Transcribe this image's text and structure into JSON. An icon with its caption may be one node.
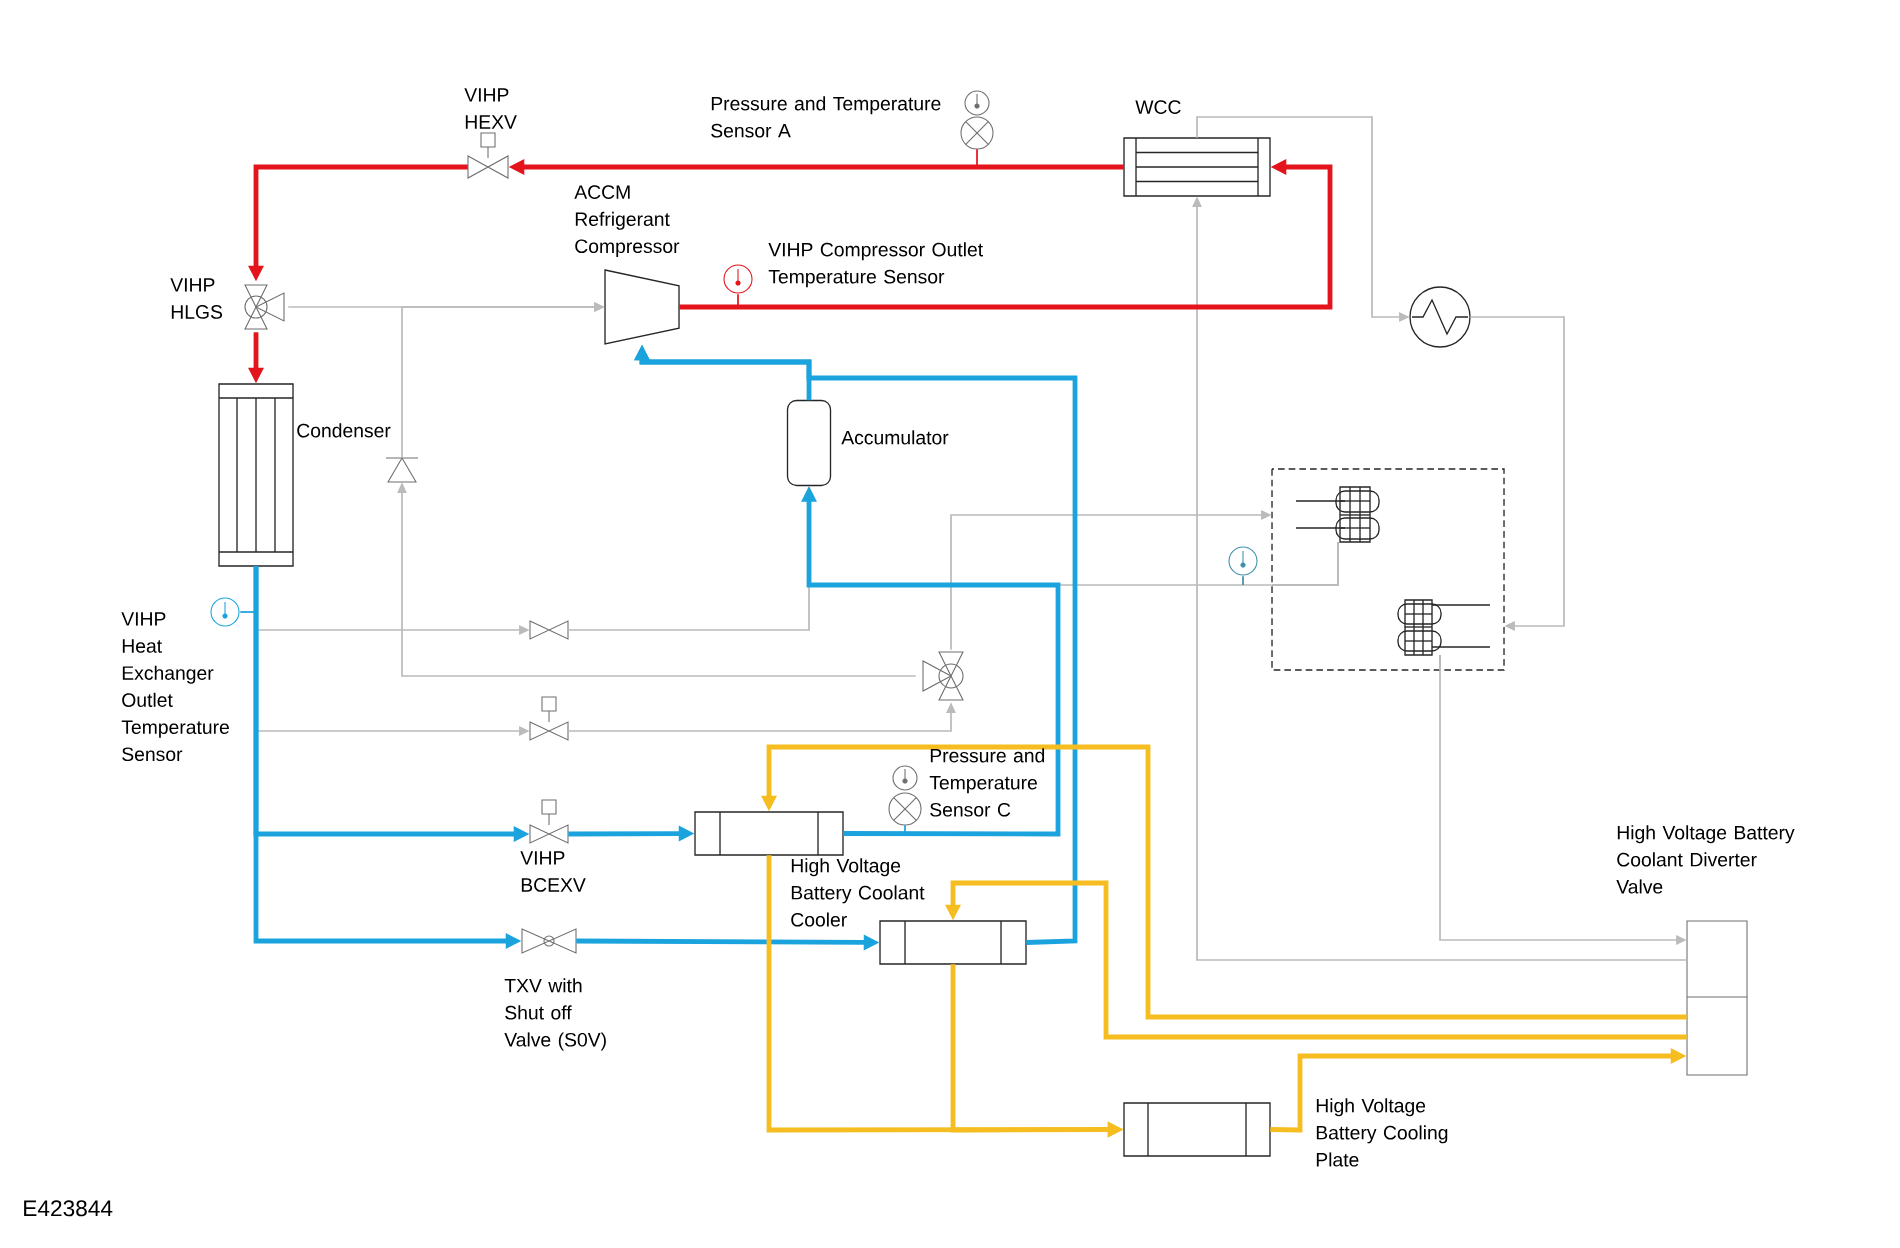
{
  "diagram": {
    "nodes": [
      {
        "text": [
          "VIHP HEXV"
        ]
      },
      {
        "text": [
          "Pressure and Temperature Sensor A"
        ]
      },
      {
        "text": [
          "WCC"
        ]
      },
      {
        "text": [
          "VIHP HLGS"
        ]
      },
      {
        "text": [
          "ACCM Refrigerant Compressor"
        ]
      },
      {
        "text": [
          "VIHP Compressor Outlet Temperature Sensor"
        ]
      },
      {
        "text": [],
        "shape": "circle"
      },
      {
        "text": [
          "Condenser"
        ]
      },
      {
        "text": [],
        "shape": "triangle"
      },
      {
        "text": [
          "Accumulator"
        ]
      },
      {
        "text": [],
        "shape": "box"
      },
      {
        "text": [],
        "shape": "circle"
      },
      {
        "text": [
          "VIHP Heat Exchanger Outlet Temperature Sensor"
        ]
      },
      {
        "text": [],
        "shape": "valve"
      },
      {
        "text": [],
        "shape": "valve"
      },
      {
        "text": [],
        "shape": "valve"
      },
      {
        "text": [
          "Pressure and Temperature Sensor C"
        ]
      },
      {
        "text": [
          "VIHP BCEXV"
        ]
      },
      {
        "text": [
          "High Voltage Battery Coolant Cooler"
        ]
      },
      {
        "text": [
          "High Voltage Battery Coolant Diverter Valve"
        ]
      },
      {
        "text": [
          "TXV with Shut off Valve (S0V)"
        ]
      },
      {
        "text": [],
        "shape": "box"
      },
      {
        "text": [
          "High Voltage Battery Cooling Plate"
        ]
      }
    ],
    "edges": [
      {
        "from": 2,
        "to": 0,
        "arrow": "to",
        "style": "thick",
        "color": "#e3141b"
      },
      {
        "from": 0,
        "to": 3,
        "arrow": "to",
        "style": "thick",
        "color": "#e3141b"
      },
      {
        "from": 3,
        "to": 7,
        "arrow": "to",
        "style": "thick",
        "color": "#e3141b"
      },
      {
        "from": 4,
        "to": 2,
        "arrow": "to",
        "style": "thick",
        "color": "#e3141b"
      },
      {
        "from": 3,
        "to": 4,
        "arrow": "to"
      },
      {
        "from": 14,
        "to": 8,
        "arrow": "to"
      },
      {
        "from": 8,
        "to": 4,
        "arrow": "to"
      },
      {
        "from": 7,
        "to": 13,
        "arrow": "to"
      },
      {
        "from": 13,
        "to": 9,
        "arrow": "to"
      },
      {
        "from": 7,
        "to": 15,
        "arrow": "to"
      },
      {
        "from": 15,
        "to": 14,
        "arrow": "to"
      },
      {
        "from": 7,
        "to": 17,
        "arrow": "to",
        "style": "thick",
        "color": "#1aa3dc"
      },
      {
        "from": 17,
        "to": 18,
        "arrow": "to",
        "style": "thick",
        "color": "#1aa3dc"
      },
      {
        "from": 7,
        "to": 20,
        "arrow": "to",
        "style": "thick",
        "color": "#1aa3dc"
      },
      {
        "from": 20,
        "to": 21,
        "arrow": "to",
        "style": "thick",
        "color": "#1aa3dc"
      },
      {
        "from": 18,
        "to": 9,
        "arrow": "to",
        "style": "thick",
        "color": "#1aa3dc"
      },
      {
        "from": 21,
        "to": 4,
        "arrow": "to",
        "style": "thick",
        "color": "#1aa3dc"
      },
      {
        "from": 9,
        "to": 4,
        "arrow": "to",
        "style": "thick",
        "color": "#1aa3dc"
      },
      {
        "from": 14,
        "to": 10,
        "arrow": "to"
      },
      {
        "from": 10,
        "to": 9,
        "arrow": "to"
      },
      {
        "from": 2,
        "to": 6,
        "arrow": "to"
      },
      {
        "from": 6,
        "to": 10,
        "arrow": "to"
      },
      {
        "from": 10,
        "to": 19,
        "arrow": "to"
      },
      {
        "from": 19,
        "to": 2,
        "arrow": "to"
      },
      {
        "from": 19,
        "to": 18,
        "arrow": "to",
        "style": "thick",
        "color": "#f5bd1f"
      },
      {
        "from": 19,
        "to": 21,
        "arrow": "to",
        "style": "thick",
        "color": "#f5bd1f"
      },
      {
        "from": 18,
        "to": 22,
        "arrow": "to",
        "style": "thick",
        "color": "#f5bd1f"
      },
      {
        "from": 21,
        "to": 22,
        "arrow": "to",
        "style": "thick",
        "color": "#f5bd1f"
      },
      {
        "from": 22,
        "to": 19,
        "arrow": "to",
        "style": "thick",
        "color": "#f5bd1f"
      },
      {
        "from": 1,
        "to": null,
        "arrow": "none",
        "color": "#e3141b"
      },
      {
        "from": 5,
        "to": null,
        "arrow": "none",
        "color": "#e3141b"
      },
      {
        "from": 11,
        "to": null,
        "arrow": "none",
        "color": "#3f8faa"
      },
      {
        "from": 12,
        "to": null,
        "arrow": "none",
        "color": "#1aa3dc"
      },
      {
        "from": 16,
        "to": null,
        "arrow": "none",
        "color": "#1aa3dc"
      }
    ],
    "labels": [
      "E423844"
    ]
  }
}
